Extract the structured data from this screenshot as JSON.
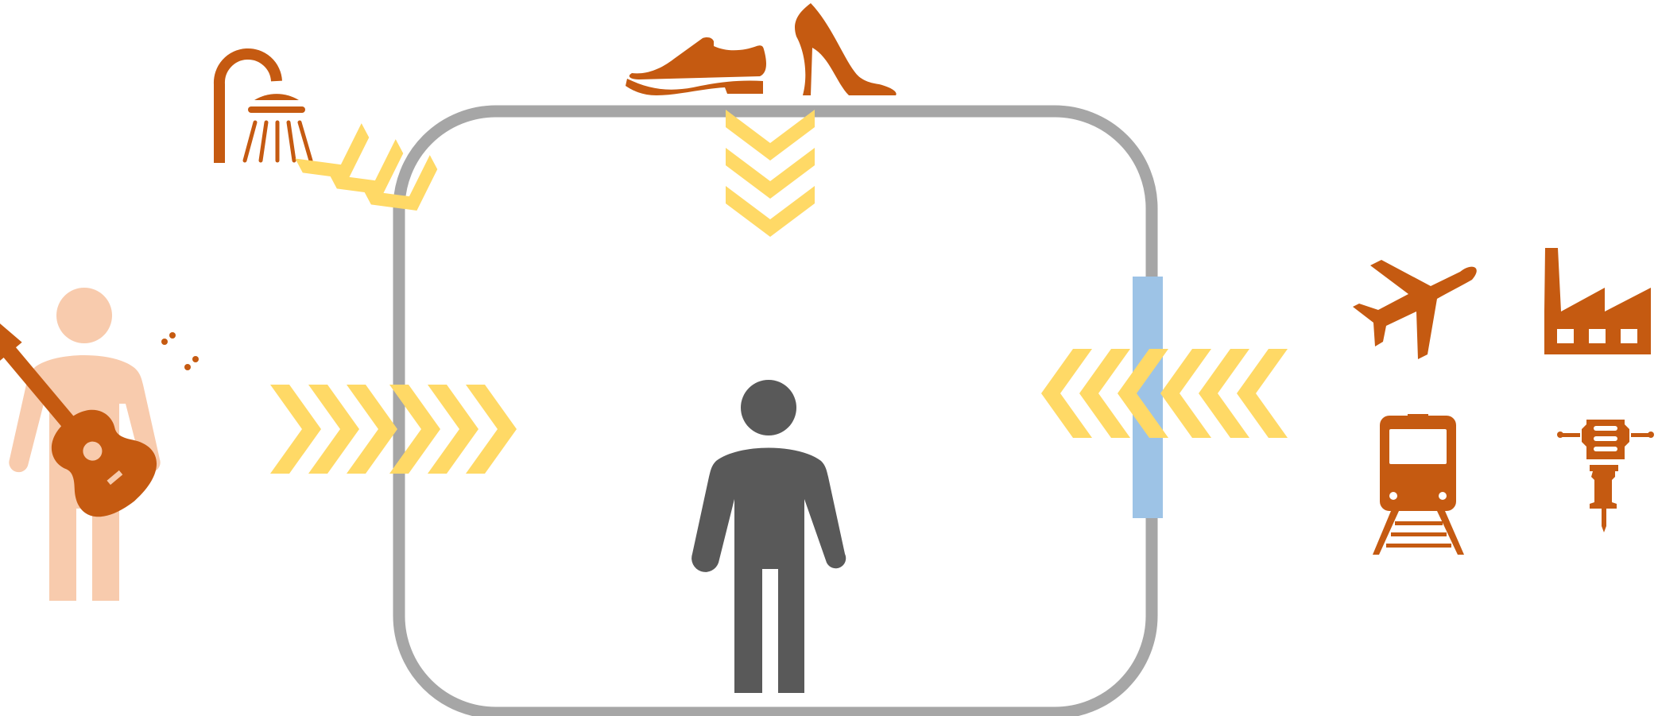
{
  "colors": {
    "background": "#ffffff",
    "room_wall": "#a6a6a6",
    "noise_source": "#c55a11",
    "noise_arrow": "#ffd966",
    "listener": "#595959",
    "neighbor": "#f8cbad",
    "window": "#9dc3e6"
  },
  "diagram": {
    "room": {
      "name": "room-outline"
    },
    "listener": {
      "name": "listener-person-icon"
    },
    "window": {
      "name": "window-panel"
    },
    "sources": [
      {
        "name": "shower-icon",
        "group": "upper-left"
      },
      {
        "name": "shoe-icon",
        "group": "above"
      },
      {
        "name": "high-heel-icon",
        "group": "above"
      },
      {
        "name": "guitar-player-icon",
        "group": "left"
      },
      {
        "name": "airplane-icon",
        "group": "outside-right"
      },
      {
        "name": "factory-icon",
        "group": "outside-right"
      },
      {
        "name": "train-icon",
        "group": "outside-right"
      },
      {
        "name": "jackhammer-icon",
        "group": "outside-right"
      }
    ],
    "noise_paths": [
      {
        "name": "noise-arrows-from-shower",
        "direction": "down-right",
        "count": 3
      },
      {
        "name": "noise-arrows-from-above",
        "direction": "down",
        "count": 3
      },
      {
        "name": "noise-arrows-from-left",
        "direction": "right",
        "count": 6
      },
      {
        "name": "noise-arrows-from-outside",
        "direction": "left",
        "count": 6
      }
    ]
  }
}
